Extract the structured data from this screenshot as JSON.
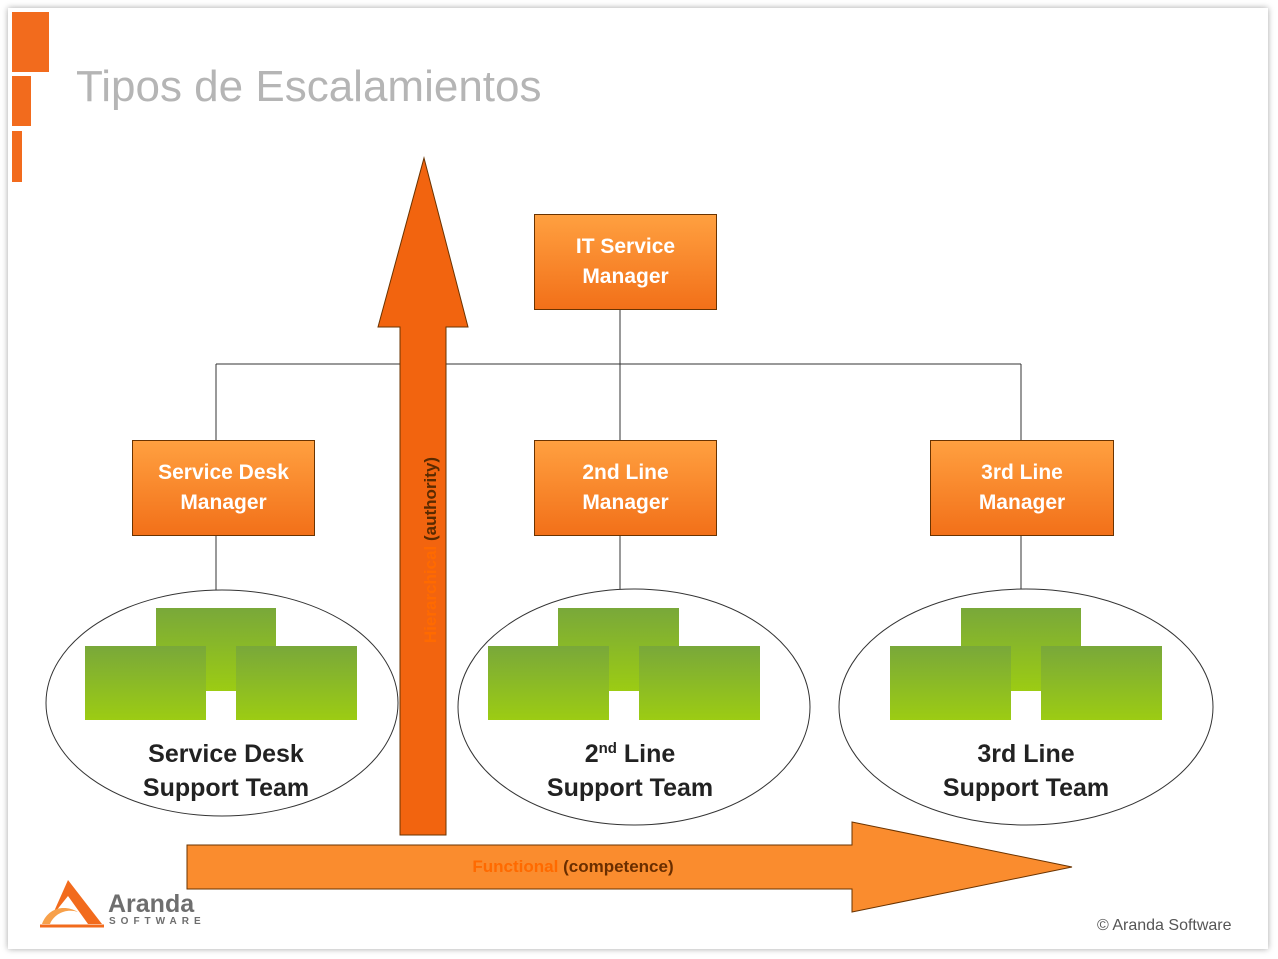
{
  "title": "Tipos de Escalamientos",
  "boxes": {
    "it_service_manager": [
      "IT Service",
      "Manager"
    ],
    "service_desk_manager": [
      "Service Desk",
      "Manager"
    ],
    "second_line_manager": [
      "2nd Line",
      "Manager"
    ],
    "third_line_manager": [
      "3rd Line",
      "Manager"
    ]
  },
  "teams": {
    "service_desk": [
      "Service Desk",
      "Support Team"
    ],
    "second_line": {
      "num": "2",
      "sup": "nd",
      "rest": " Line",
      "line2": "Support Team"
    },
    "third_line": [
      "3rd Line",
      "Support Team"
    ]
  },
  "arrows": {
    "hierarchical_key": "Hierarchical",
    "hierarchical_paren": "(authority)",
    "functional_key": "Functional",
    "functional_paren": "(competence)"
  },
  "footer": {
    "logo_name": "Aranda",
    "logo_sub": "SOFTWARE",
    "copyright": "© Aranda Software"
  },
  "colors": {
    "accent_orange": "#f26b1d",
    "box_top": "#ffa040",
    "box_bottom": "#f27019",
    "green_top": "#79a83a",
    "green_bottom": "#9ccc13",
    "title_gray": "#b5b5b5"
  }
}
